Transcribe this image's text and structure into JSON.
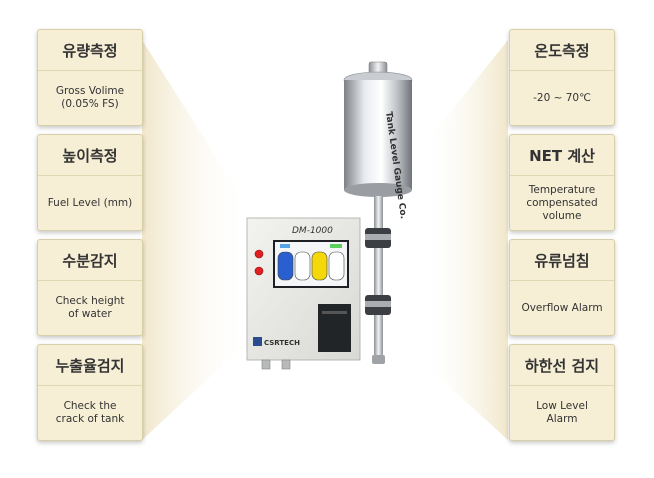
{
  "left_features": [
    {
      "title": "유량측정",
      "desc_lines": [
        "Gross Volime",
        "(0.05% FS)"
      ]
    },
    {
      "title": "높이측정",
      "desc_lines": [
        "Fuel Level (mm)"
      ]
    },
    {
      "title": "수분감지",
      "desc_lines": [
        "Check height",
        "of water"
      ]
    },
    {
      "title": "누출율검지",
      "desc_lines": [
        "Check the",
        "crack of tank"
      ]
    }
  ],
  "right_features": [
    {
      "title": "온도측정",
      "desc_lines": [
        "-20 ~ 70℃"
      ]
    },
    {
      "title": "NET 계산",
      "desc_lines": [
        "Temperature",
        "compensated",
        "volume"
      ]
    },
    {
      "title": "유류넘침",
      "desc_lines": [
        "Overflow Alarm"
      ]
    },
    {
      "title": "하한선 검지",
      "desc_lines": [
        "Low Level",
        "Alarm"
      ]
    }
  ],
  "console": {
    "model": "DM-1000",
    "brand": "CSRTECH"
  },
  "probe": {
    "label": "Tank Level Gauge Co."
  },
  "colors": {
    "card_bg": "#f6efd5",
    "card_border": "#d8cfa8",
    "glow": "#f3ead0",
    "alarm_led": "#e02020"
  }
}
